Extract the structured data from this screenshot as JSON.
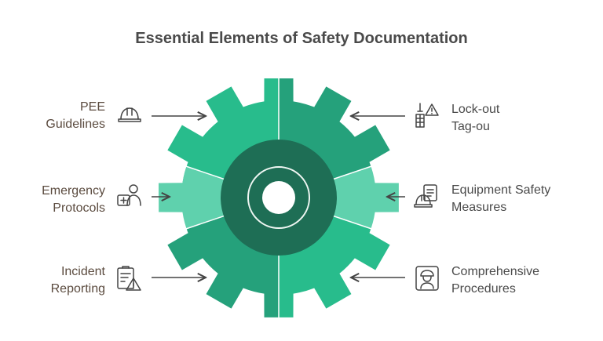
{
  "title": "Essential Elements of Safety Documentation",
  "colors": {
    "title": "#4a4a4a",
    "left_label": "#5b4b3f",
    "right_label": "#4a4a4a",
    "gear_core": "#1e6e55",
    "gear_ring_line": "#eef6f2",
    "icon_stroke": "#444444",
    "arrow": "#444444"
  },
  "items": {
    "pee": {
      "line1": "PEE",
      "line2": "Guidelines",
      "icon": "hard-hat-icon"
    },
    "emergency": {
      "line1": "Emergency",
      "line2": "Protocols",
      "icon": "first-aid-person-icon"
    },
    "incident": {
      "line1": "Incident",
      "line2": "Reporting",
      "icon": "report-warning-icon"
    },
    "lockout": {
      "line1": "Lock-out",
      "line2": "Tag-ou",
      "icon": "crane-warning-icon"
    },
    "equipment": {
      "line1": "Equipment Safety",
      "line2": "Measures",
      "icon": "helmet-checklist-icon"
    },
    "procedures": {
      "line1": "Comprehensive",
      "line2": "Procedures",
      "icon": "worker-badge-icon"
    }
  }
}
